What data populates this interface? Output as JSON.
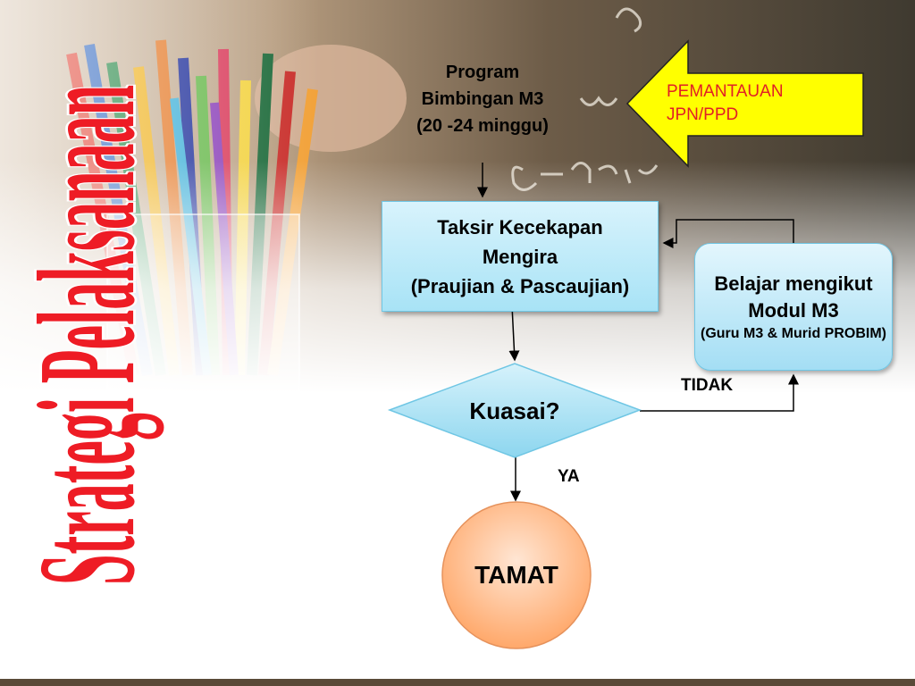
{
  "title": "Strategi Pelaksanaan",
  "nodes": {
    "program": [
      "Program",
      "Bimbingan M3",
      "(20 -24 minggu)"
    ],
    "taksir": [
      "Taksir Kecekapan",
      "Mengira",
      "(Praujian & Pascaujian)"
    ],
    "belajar": [
      "Belajar mengikut",
      "Modul M3"
    ],
    "belajar_sub": "(Guru M3 & Murid PROBIM)",
    "kuasai": "Kuasai?",
    "tamat": "TAMAT",
    "pemantauan": [
      "PEMANTAUAN",
      "JPN/PPD"
    ]
  },
  "edge_labels": {
    "tidak": "TIDAK",
    "ya": "YA"
  },
  "colors": {
    "title": "#ee1c25",
    "arrow_fill": "#ffff00",
    "pemantauan_text": "#e11f26",
    "box_fill": "#b8e8f8",
    "tamat_fill": "#ffb98a"
  }
}
